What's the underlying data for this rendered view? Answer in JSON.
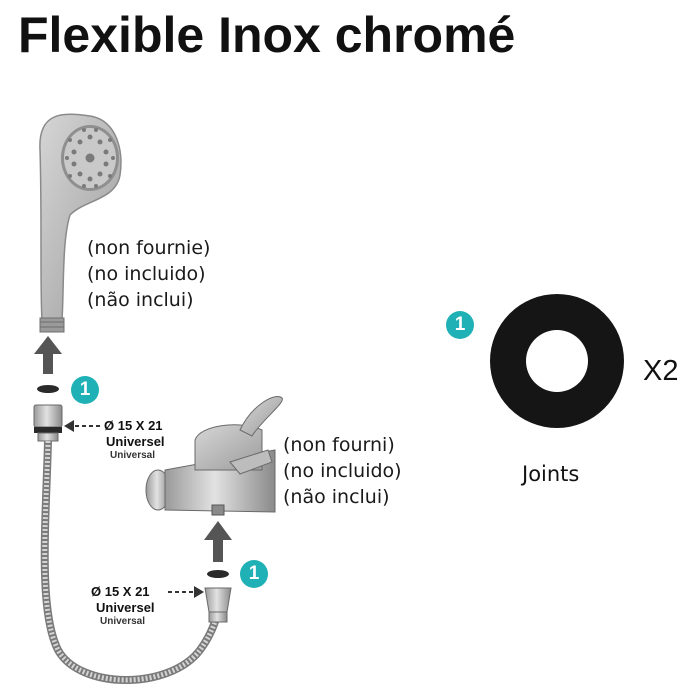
{
  "title": "Flexible Inox chromé",
  "colors": {
    "badge": "#1fb1b5",
    "metal": "#b8b8b8",
    "metal_dark": "#7d7d7d",
    "arrow": "#555555",
    "seal": "#151515"
  },
  "icons": [
    "shower-head-icon",
    "hose-icon",
    "mixer-tap-icon",
    "seal-ring-icon",
    "arrow-up-icon",
    "dashed-arrow-icon"
  ],
  "shower_note": [
    "(non fournie)",
    "(no incluido)",
    "(não inclui)"
  ],
  "tap_note": [
    "(non fourni)",
    "(no incluido)",
    "(não inclui)"
  ],
  "connector_top": {
    "size": "Ø 15 X 21",
    "line1": "Universel",
    "line2": "Universal"
  },
  "connector_bottom": {
    "size": "Ø 15 X 21",
    "line1": "Universel",
    "line2": "Universal"
  },
  "badge_label": "1",
  "seal_count": "X2",
  "seal_caption": "Joints"
}
